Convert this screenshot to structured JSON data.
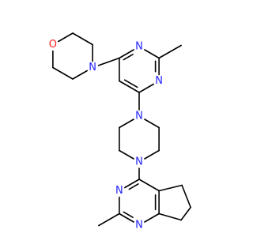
{
  "molecule": {
    "atom_colors": {
      "N": "#2323ff",
      "O": "#ff2020",
      "C": "#000000"
    },
    "bond_color": "#000000",
    "labels": {
      "o1": "O",
      "n_morpholine": "N",
      "n_pyr_upper_1": "N",
      "n_pyr_upper_2": "N",
      "n_piperazine_top": "N",
      "n_piperazine_bottom": "N",
      "n_pyr_lower_1": "N",
      "n_pyr_lower_2": "N"
    }
  }
}
